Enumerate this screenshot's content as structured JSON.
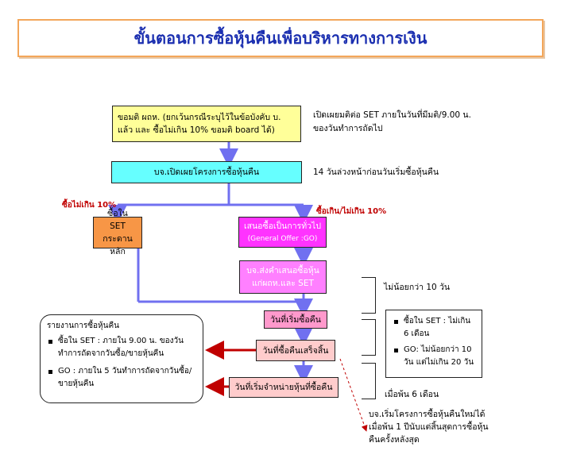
{
  "title": "ขั้นตอนการซื้อหุ้นคืนเพื่อบริหารทางการเงิน",
  "boxes": {
    "resolution": [
      "ขอมติ ผถห.  (ยกเว้นกรณีระบุไว้ในข้อบังคับ บ.",
      "แล้ว และ ซื้อไม่เกิน 10% ขอมติ board ได้)"
    ],
    "disclose": "บจ.เปิดเผยโครงการซื้อหุ้นคืน",
    "buy_set": [
      "ซื้อใน SET",
      "กระดานหลัก"
    ],
    "tender": [
      "เสนอซื้อเป็นการทั่วไป",
      "(General Offer :GO)"
    ],
    "send_offer": [
      "บจ.ส่งคำเสนอซื้อหุ้น",
      "แก่ผถห.และ SET"
    ],
    "start_buy": "วันที่เริ่มซื้อคืน",
    "complete": "วันที่ซื้อคืนเสร็จสิ้น",
    "start_sell": "วันที่เริ่มจำหน่ายหุ้นที่ซื้อคืน"
  },
  "notes": {
    "disclose_timing": [
      "เปิดเผยมติต่อ SET ภายในวันที่มีมติ/9.00 น.",
      "ของวันทำการถัดไป"
    ],
    "advance": "14 วันล่วงหน้าก่อนวันเริ่มซื้อหุ้นคืน",
    "under10": "ซื้อไม่เกิน 10%",
    "over_under10": "ซื้อเกิน/ไม่เกิน 10%",
    "min10days": "ไม่น้อยกว่า 10 วัน",
    "after6months": "เมื่อพ้น 6 เดือน",
    "new_project": [
      "บจ.เริ่มโครงการซื้อหุ้นคืนใหม่ได้",
      "เมื่อพ้น 1 ปีนับแต่สิ้นสุดการซื้อหุ้น",
      "คืนครั้งหลังสุด"
    ]
  },
  "report_panel": {
    "heading": "รายงานการซื้อหุ้นคืน",
    "items": [
      "ซื้อใน SET : ภายใน 9.00 น. ของวันทำการถัดจากวันซื้อ/ขายหุ้นคืน",
      " GO : ภายใน 5 วันทำการถัดจากวันซื้อ/ขายหุ้นคืน"
    ]
  },
  "period_panel": {
    "items": [
      "ซื้อใน SET : ไม่เกิน 6 เดือน",
      "GO: ไม่น้อยกว่า 10 วัน แต่ไม่เกิน 20 วัน"
    ]
  },
  "colors": {
    "title_text": "#1b2fb0",
    "title_border": "#f3a65a",
    "yellow": "#ffff99",
    "cyan": "#66ffff",
    "orange": "#f79646",
    "magenta": "#ff33ff",
    "pink": "#ff80ff",
    "rose": "#ff99cc",
    "light_pink": "#ffcccc",
    "arrow_blue": "#7070f0",
    "arrow_red": "#c00000"
  }
}
